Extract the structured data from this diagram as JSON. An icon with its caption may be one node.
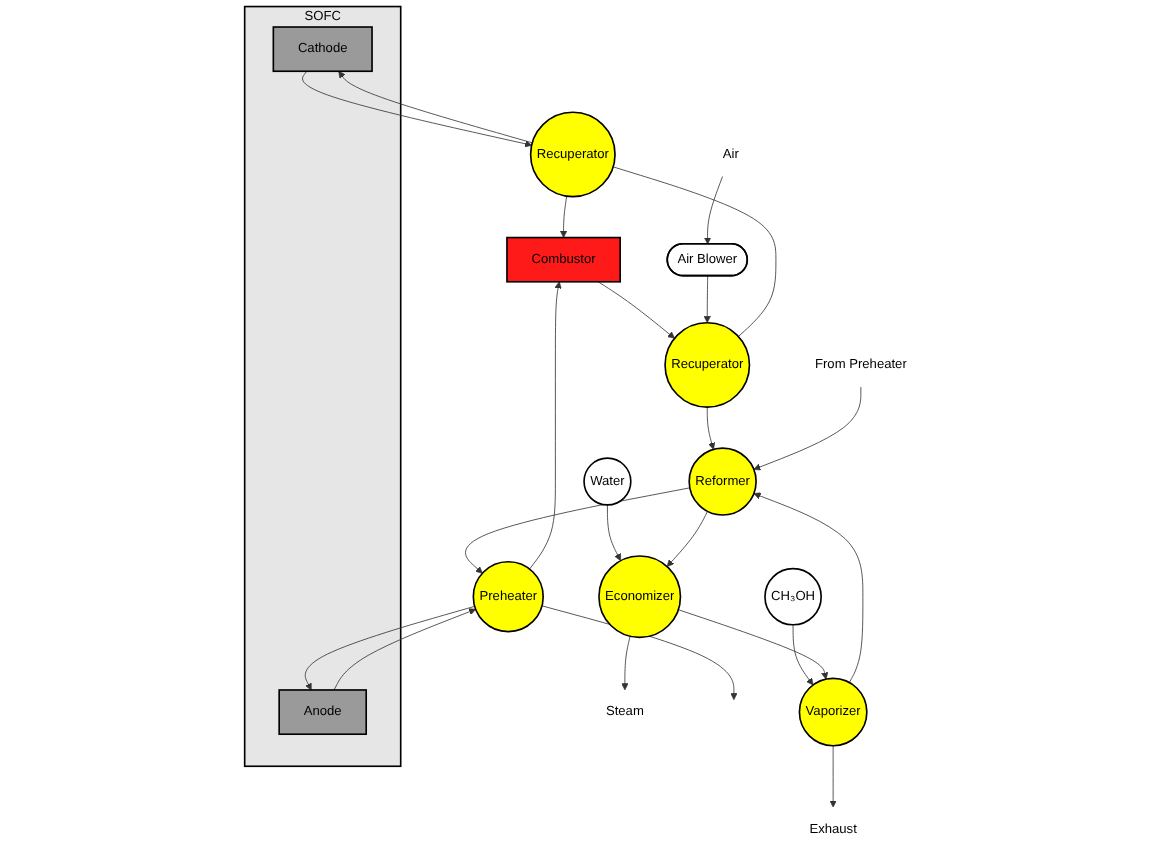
{
  "diagram": {
    "nodes": [
      {
        "text": [
          "SOFC"
        ]
      },
      {
        "text": [
          "Cathode"
        ],
        "in": 0
      },
      {
        "text": [
          "Anode"
        ],
        "in": 0
      },
      {
        "text": [
          "Recuperator"
        ]
      },
      {
        "text": [
          "Combustor"
        ]
      },
      {
        "text": [
          "Air"
        ]
      },
      {
        "text": [
          "Air Blower"
        ]
      },
      {
        "text": [
          "Preheater"
        ]
      },
      {
        "text": [
          "Recuperator"
        ]
      },
      {
        "text": [
          "CH₃OH"
        ]
      },
      {
        "text": [
          "Water"
        ]
      },
      {
        "text": [
          "Economizer"
        ]
      },
      {
        "text": [
          "Exhaust"
        ]
      },
      {
        "text": [
          "Vaporizer"
        ]
      },
      {
        "text": [
          "Reformer"
        ]
      },
      {
        "text": [
          "From Preheater"
        ]
      },
      {
        "text": [
          "Steam"
        ]
      }
    ],
    "edges": [
      {
        "from": 3,
        "to": 1,
        "arrow": "to"
      },
      {
        "from": 1,
        "to": 3,
        "arrow": "to"
      },
      {
        "from": 3,
        "to": 4,
        "arrow": "to"
      },
      {
        "from": 7,
        "to": 2,
        "arrow": "to"
      },
      {
        "from": 2,
        "to": 7,
        "arrow": "to"
      },
      {
        "from": 7,
        "to": 4,
        "arrow": "to"
      },
      {
        "from": 7,
        "to": null,
        "arrow": "to"
      },
      {
        "from": 8,
        "to": 3,
        "arrow": "none"
      },
      {
        "from": 4,
        "to": 8,
        "arrow": "to"
      },
      {
        "from": 5,
        "to": 6,
        "arrow": "to"
      },
      {
        "from": 6,
        "to": 8,
        "arrow": "to"
      },
      {
        "from": 8,
        "to": 14,
        "arrow": "to"
      },
      {
        "from": 14,
        "to": 7,
        "arrow": "to"
      },
      {
        "from": 9,
        "to": 13,
        "arrow": "to"
      },
      {
        "from": 10,
        "to": 11,
        "arrow": "to"
      },
      {
        "from": 14,
        "to": 11,
        "arrow": "to"
      },
      {
        "from": 11,
        "to": 13,
        "arrow": "to"
      },
      {
        "from": 13,
        "to": 12,
        "arrow": "to"
      },
      {
        "from": 13,
        "to": 14,
        "arrow": "to"
      },
      {
        "from": 15,
        "to": 14,
        "arrow": "to"
      },
      {
        "from": 11,
        "to": 16,
        "arrow": "to"
      }
    ]
  }
}
